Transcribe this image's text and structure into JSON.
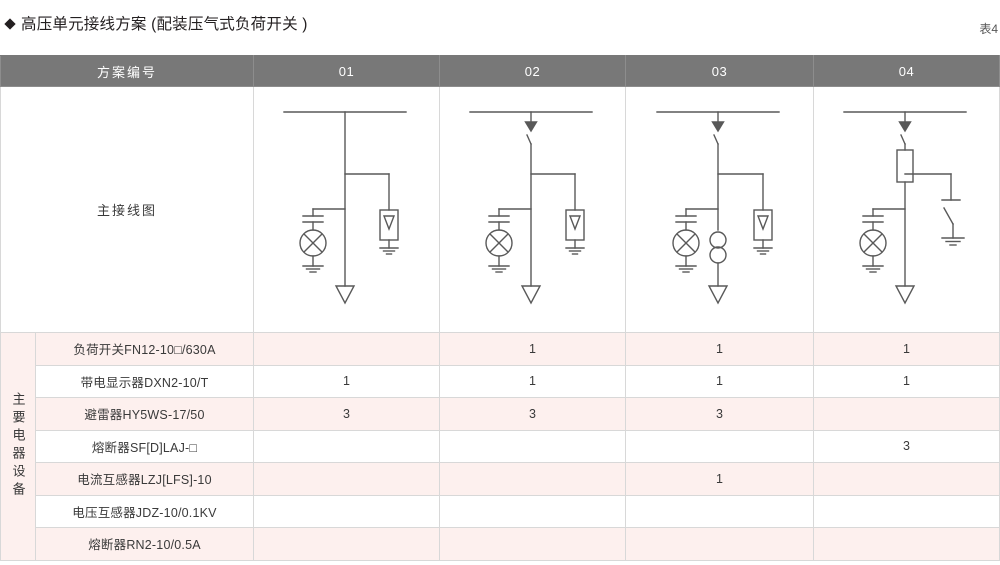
{
  "title": "高压单元接线方案 (配装压气式负荷开关 )",
  "table_number": "表4",
  "header": {
    "label": "方案编号",
    "columns": [
      "01",
      "02",
      "03",
      "04"
    ]
  },
  "diagram_row": {
    "label": "主接线图",
    "schemes": [
      {
        "id": "01",
        "elements": [
          "busbar",
          "voltage-indicator",
          "surge-arrester",
          "cable-outgoing"
        ]
      },
      {
        "id": "02",
        "elements": [
          "busbar",
          "load-switch",
          "voltage-indicator",
          "surge-arrester",
          "cable-outgoing"
        ]
      },
      {
        "id": "03",
        "elements": [
          "busbar",
          "load-switch",
          "current-transformer",
          "voltage-indicator",
          "surge-arrester",
          "cable-outgoing"
        ]
      },
      {
        "id": "04",
        "elements": [
          "busbar",
          "load-switch",
          "fuse",
          "voltage-indicator",
          "earthing-switch",
          "cable-outgoing"
        ]
      }
    ]
  },
  "group_label": "主要电器设备",
  "equipment": [
    {
      "name": "负荷开关FN12-10□/630A",
      "values": [
        "",
        "1",
        "1",
        "1"
      ]
    },
    {
      "name": "带电显示器DXN2-10/T",
      "values": [
        "1",
        "1",
        "1",
        "1"
      ]
    },
    {
      "name": "避雷器HY5WS-17/50",
      "values": [
        "3",
        "3",
        "3",
        ""
      ]
    },
    {
      "name": "熔断器SF[D]LAJ-□",
      "values": [
        "",
        "",
        "",
        "3"
      ]
    },
    {
      "name": "电流互感器LZJ[LFS]-10",
      "values": [
        "",
        "",
        "1",
        ""
      ]
    },
    {
      "name": "电压互感器JDZ-10/0.1KV",
      "values": [
        "",
        "",
        "",
        ""
      ]
    },
    {
      "name": "熔断器RN2-10/0.5A",
      "values": [
        "",
        "",
        "",
        ""
      ]
    }
  ],
  "colors": {
    "header_bg": "#787878",
    "row_pink": "#fdf0ee",
    "row_white": "#ffffff",
    "border": "#d8d8d8",
    "line": "#595959",
    "text": "#3a3a3a"
  }
}
